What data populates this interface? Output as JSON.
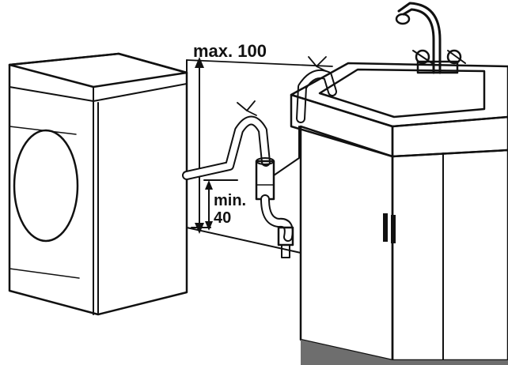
{
  "labels": {
    "max_text": "max. 100",
    "min_text": "min.",
    "min_value": "40"
  },
  "colors": {
    "ink": "#111111",
    "background": "#ffffff",
    "machine_fill": "#f4f4f4",
    "cabinet_fill": "#f7f7f7",
    "floor_shadow": "#6e6e6e",
    "hose_fill": "#ffffff"
  },
  "icons": {
    "washing_machine": "washing-machine-icon",
    "sink": "sink-icon",
    "faucet": "faucet-icon",
    "drain_hose": "drain-hose-icon",
    "siphon": "siphon-trap-icon"
  }
}
